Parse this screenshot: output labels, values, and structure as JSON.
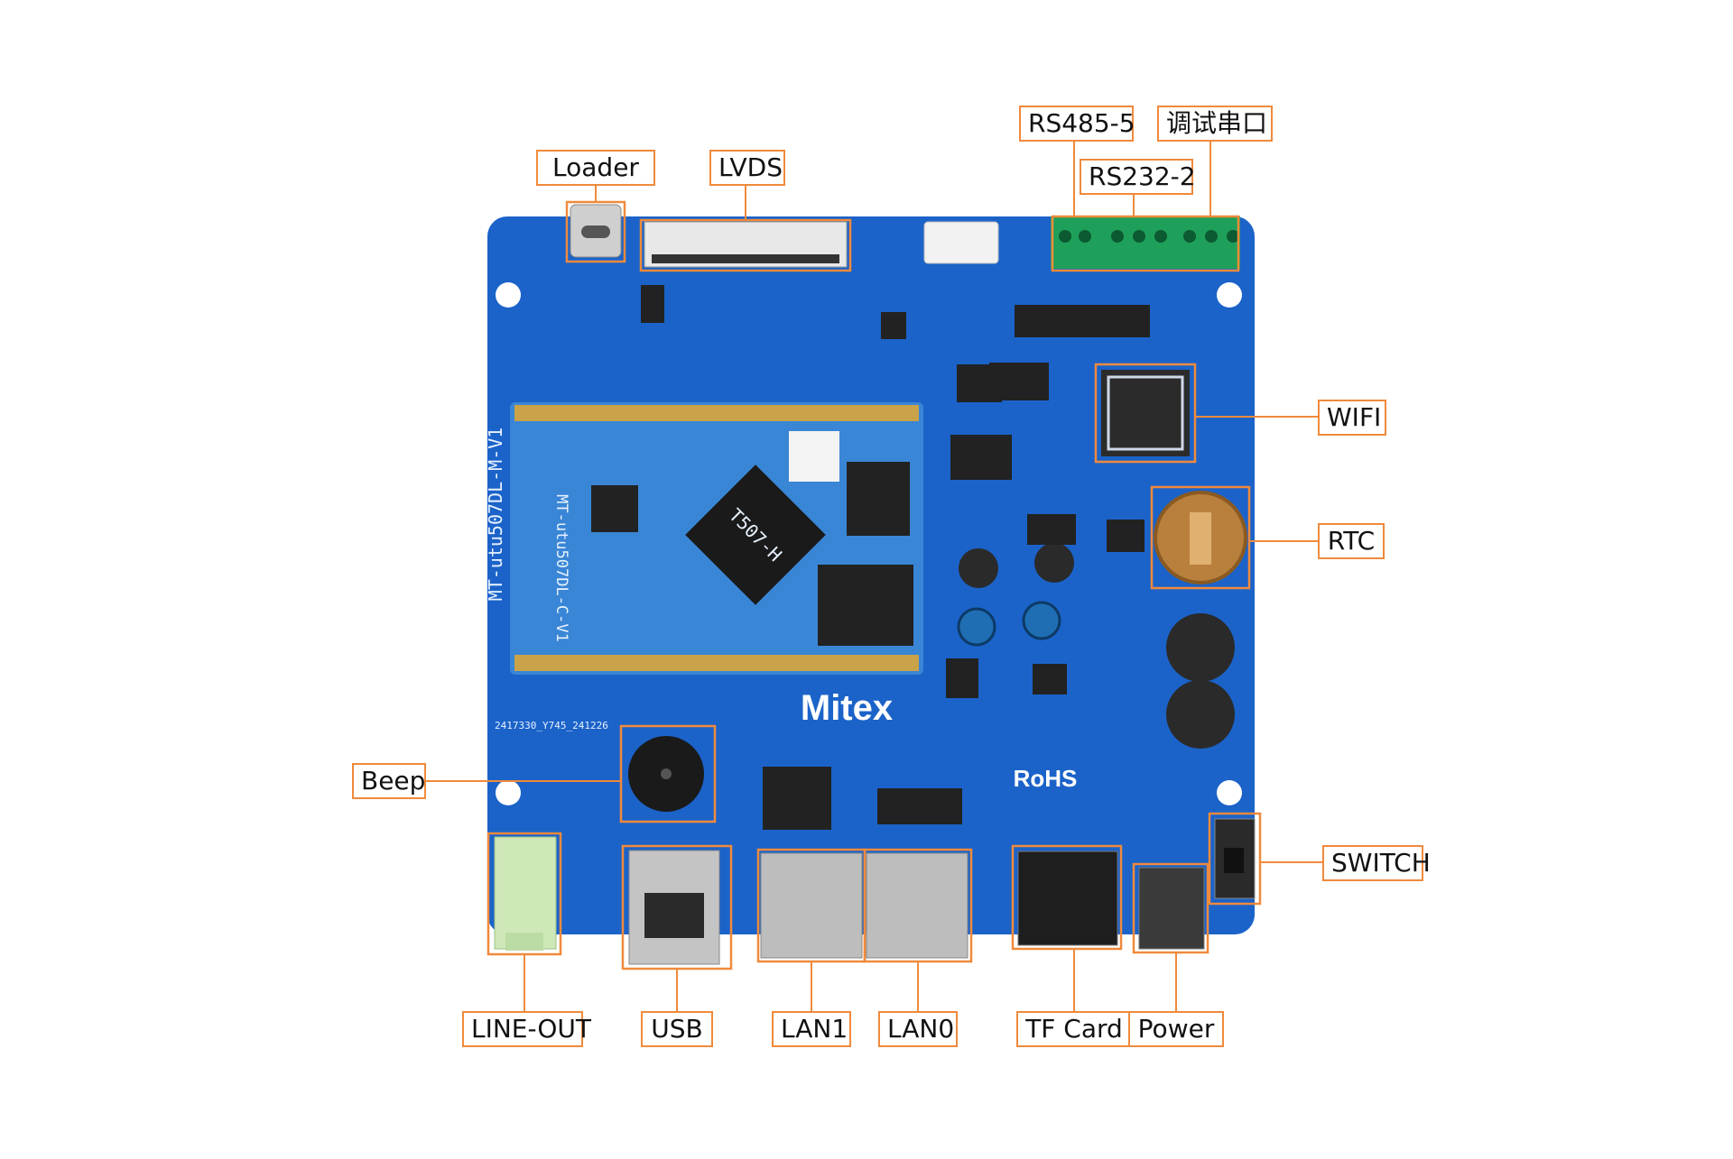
{
  "labels": {
    "loader": "Loader",
    "lvds": "LVDS",
    "rs485": "RS485-5",
    "rs232": "RS232-2",
    "debug_port": "调试串口",
    "wifi": "WIFI",
    "rtc": "RTC",
    "beep": "Beep",
    "switch": "SWITCH",
    "line_out": "LINE-OUT",
    "usb": "USB",
    "lan1": "LAN1",
    "lan0": "LAN0",
    "tf_card": "TF Card",
    "power": "Power"
  },
  "board": {
    "module_text": "MT-utu507DL-M-V1",
    "core_text": "MT-utu507DL-C-V1",
    "brand": "Mitex",
    "rohs": "RoHS",
    "chip": "T507-H",
    "pcb_code": "2417330_Y745_241226"
  },
  "colors": {
    "board": "#1b63c9",
    "core": "#3a86d6",
    "callout_border": "#f08a3c",
    "terminal": "#1fa05a"
  }
}
